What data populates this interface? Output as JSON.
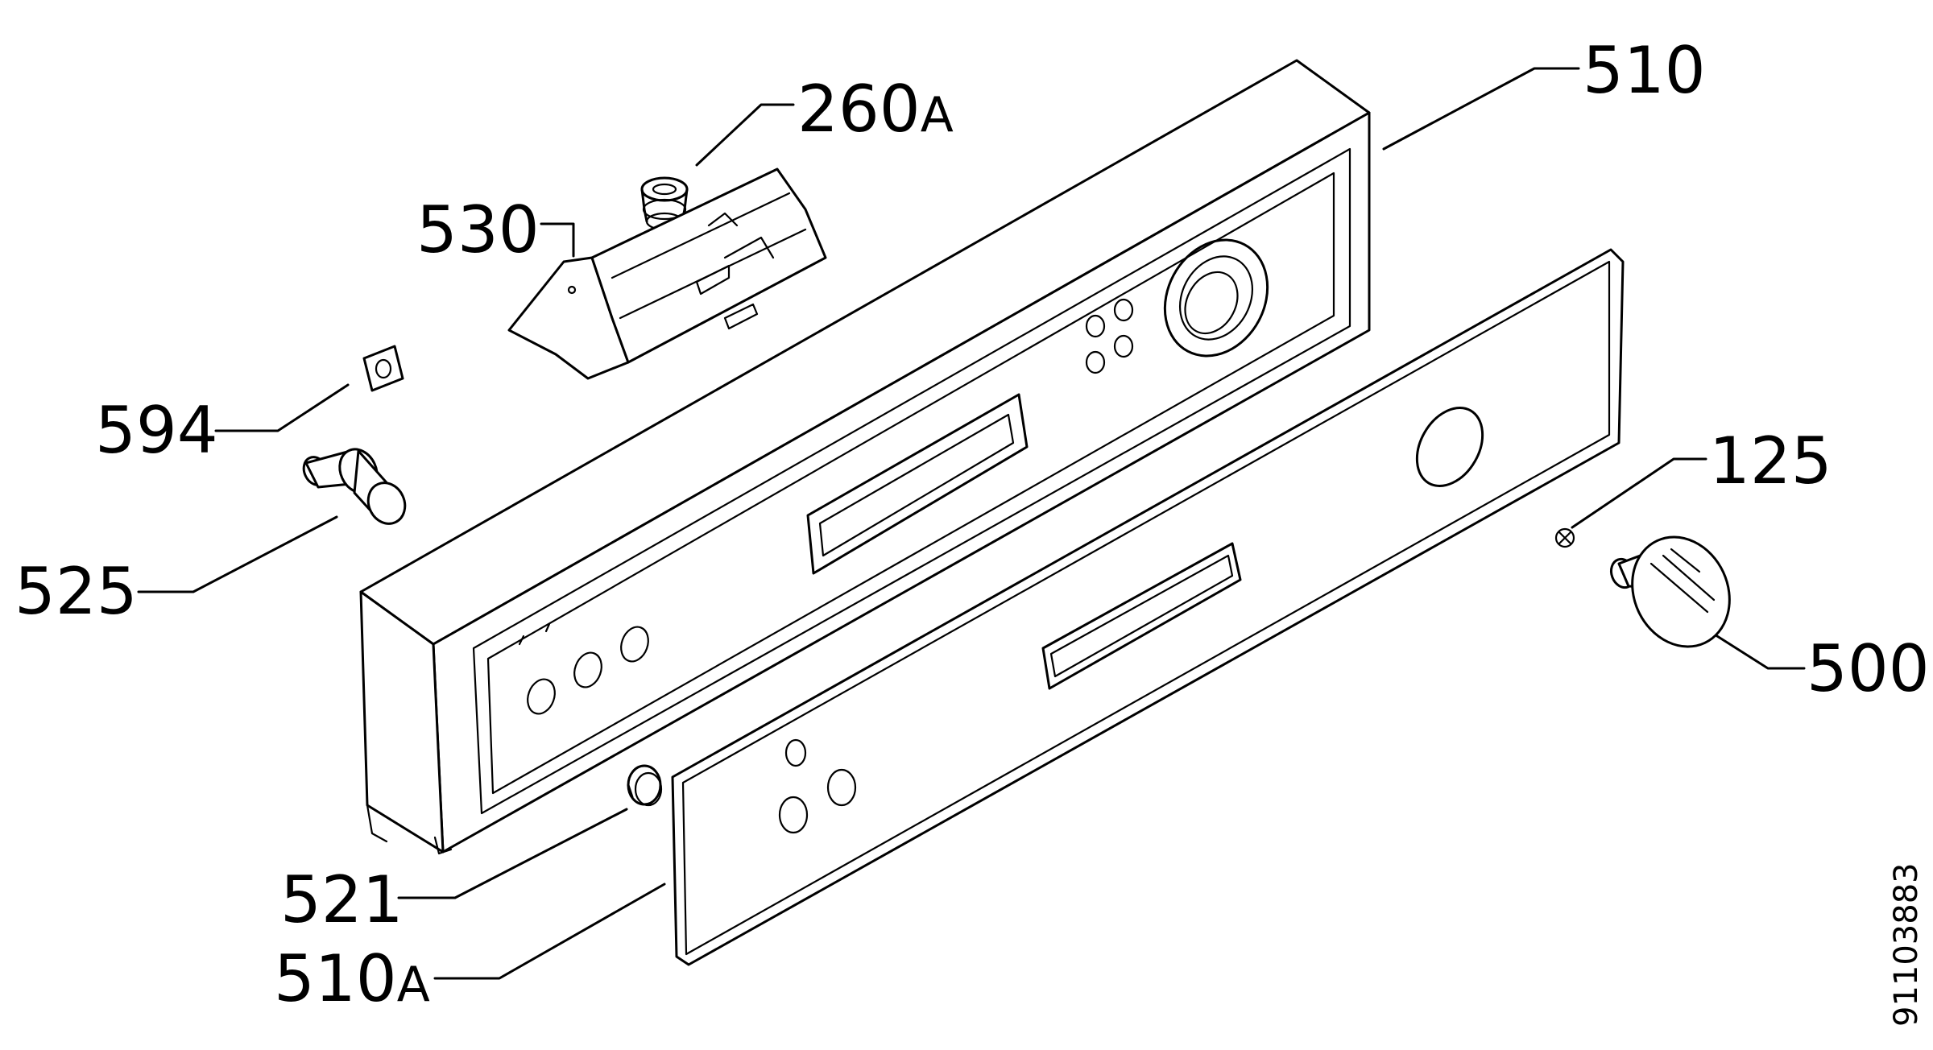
{
  "parts": [
    {
      "id": "p510",
      "number": "510"
    },
    {
      "id": "p260",
      "number": "260",
      "suffix": "A"
    },
    {
      "id": "p530",
      "number": "530"
    },
    {
      "id": "p594",
      "number": "594"
    },
    {
      "id": "p525",
      "number": "525"
    },
    {
      "id": "p125",
      "number": "125"
    },
    {
      "id": "p500",
      "number": "500"
    },
    {
      "id": "p521",
      "number": "521"
    },
    {
      "id": "p510a",
      "number": "510",
      "suffix": "A"
    }
  ],
  "document_number": "91103883"
}
